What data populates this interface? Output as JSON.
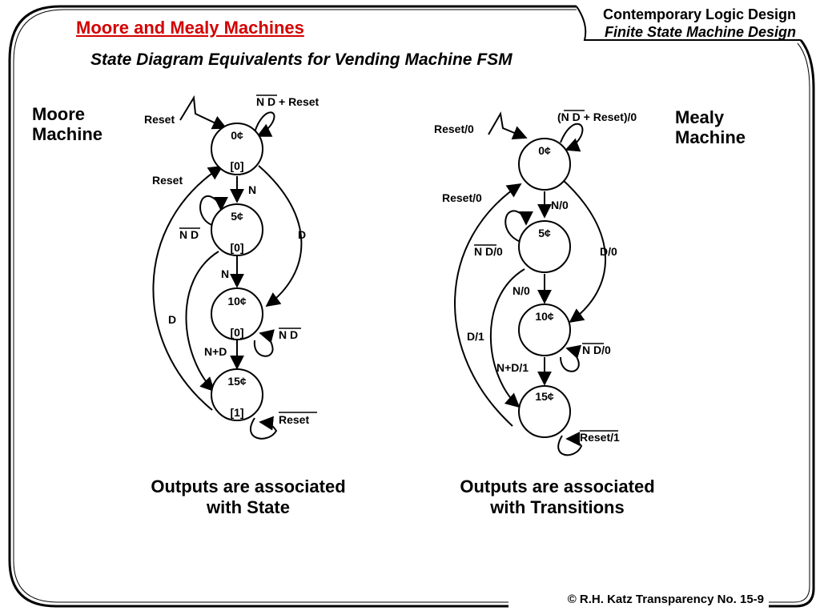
{
  "title": "Moore and Mealy Machines",
  "header_line1": "Contemporary Logic Design",
  "header_line2": "Finite State Machine Design",
  "subtitle": "State Diagram Equivalents for Vending Machine FSM",
  "moore": {
    "name_line1": "Moore",
    "name_line2": "Machine",
    "caption_line1": "Outputs are associated",
    "caption_line2": "with State",
    "states": [
      {
        "value": "0¢",
        "output": "[0]"
      },
      {
        "value": "5¢",
        "output": "[0]"
      },
      {
        "value": "10¢",
        "output": "[0]"
      },
      {
        "value": "15¢",
        "output": "[1]"
      }
    ],
    "labels": {
      "reset_top": "Reset",
      "self0": "N D + Reset",
      "reset_side": "Reset",
      "n01": "N",
      "self5": "N D",
      "d_right": "D",
      "n12": "N",
      "d_left": "D",
      "self10": "N D",
      "nd23": "N+D",
      "self15": "Reset"
    }
  },
  "mealy": {
    "name_line1": "Mealy",
    "name_line2": "Machine",
    "caption_line1": "Outputs are associated",
    "caption_line2": "with Transitions",
    "states": [
      {
        "value": "0¢"
      },
      {
        "value": "5¢"
      },
      {
        "value": "10¢"
      },
      {
        "value": "15¢"
      }
    ],
    "labels": {
      "reset_top": "Reset/0",
      "self0": "(N D + Reset)/0",
      "reset_side": "Reset/0",
      "n01": "N/0",
      "self5": "N D/0",
      "d_right": "D/0",
      "n12": "N/0",
      "d_left": "D/1",
      "self10": "N D/0",
      "nd23": "N+D/1",
      "self15": "Reset/1"
    }
  },
  "footer": "© R.H. Katz   Transparency No. 15-9"
}
